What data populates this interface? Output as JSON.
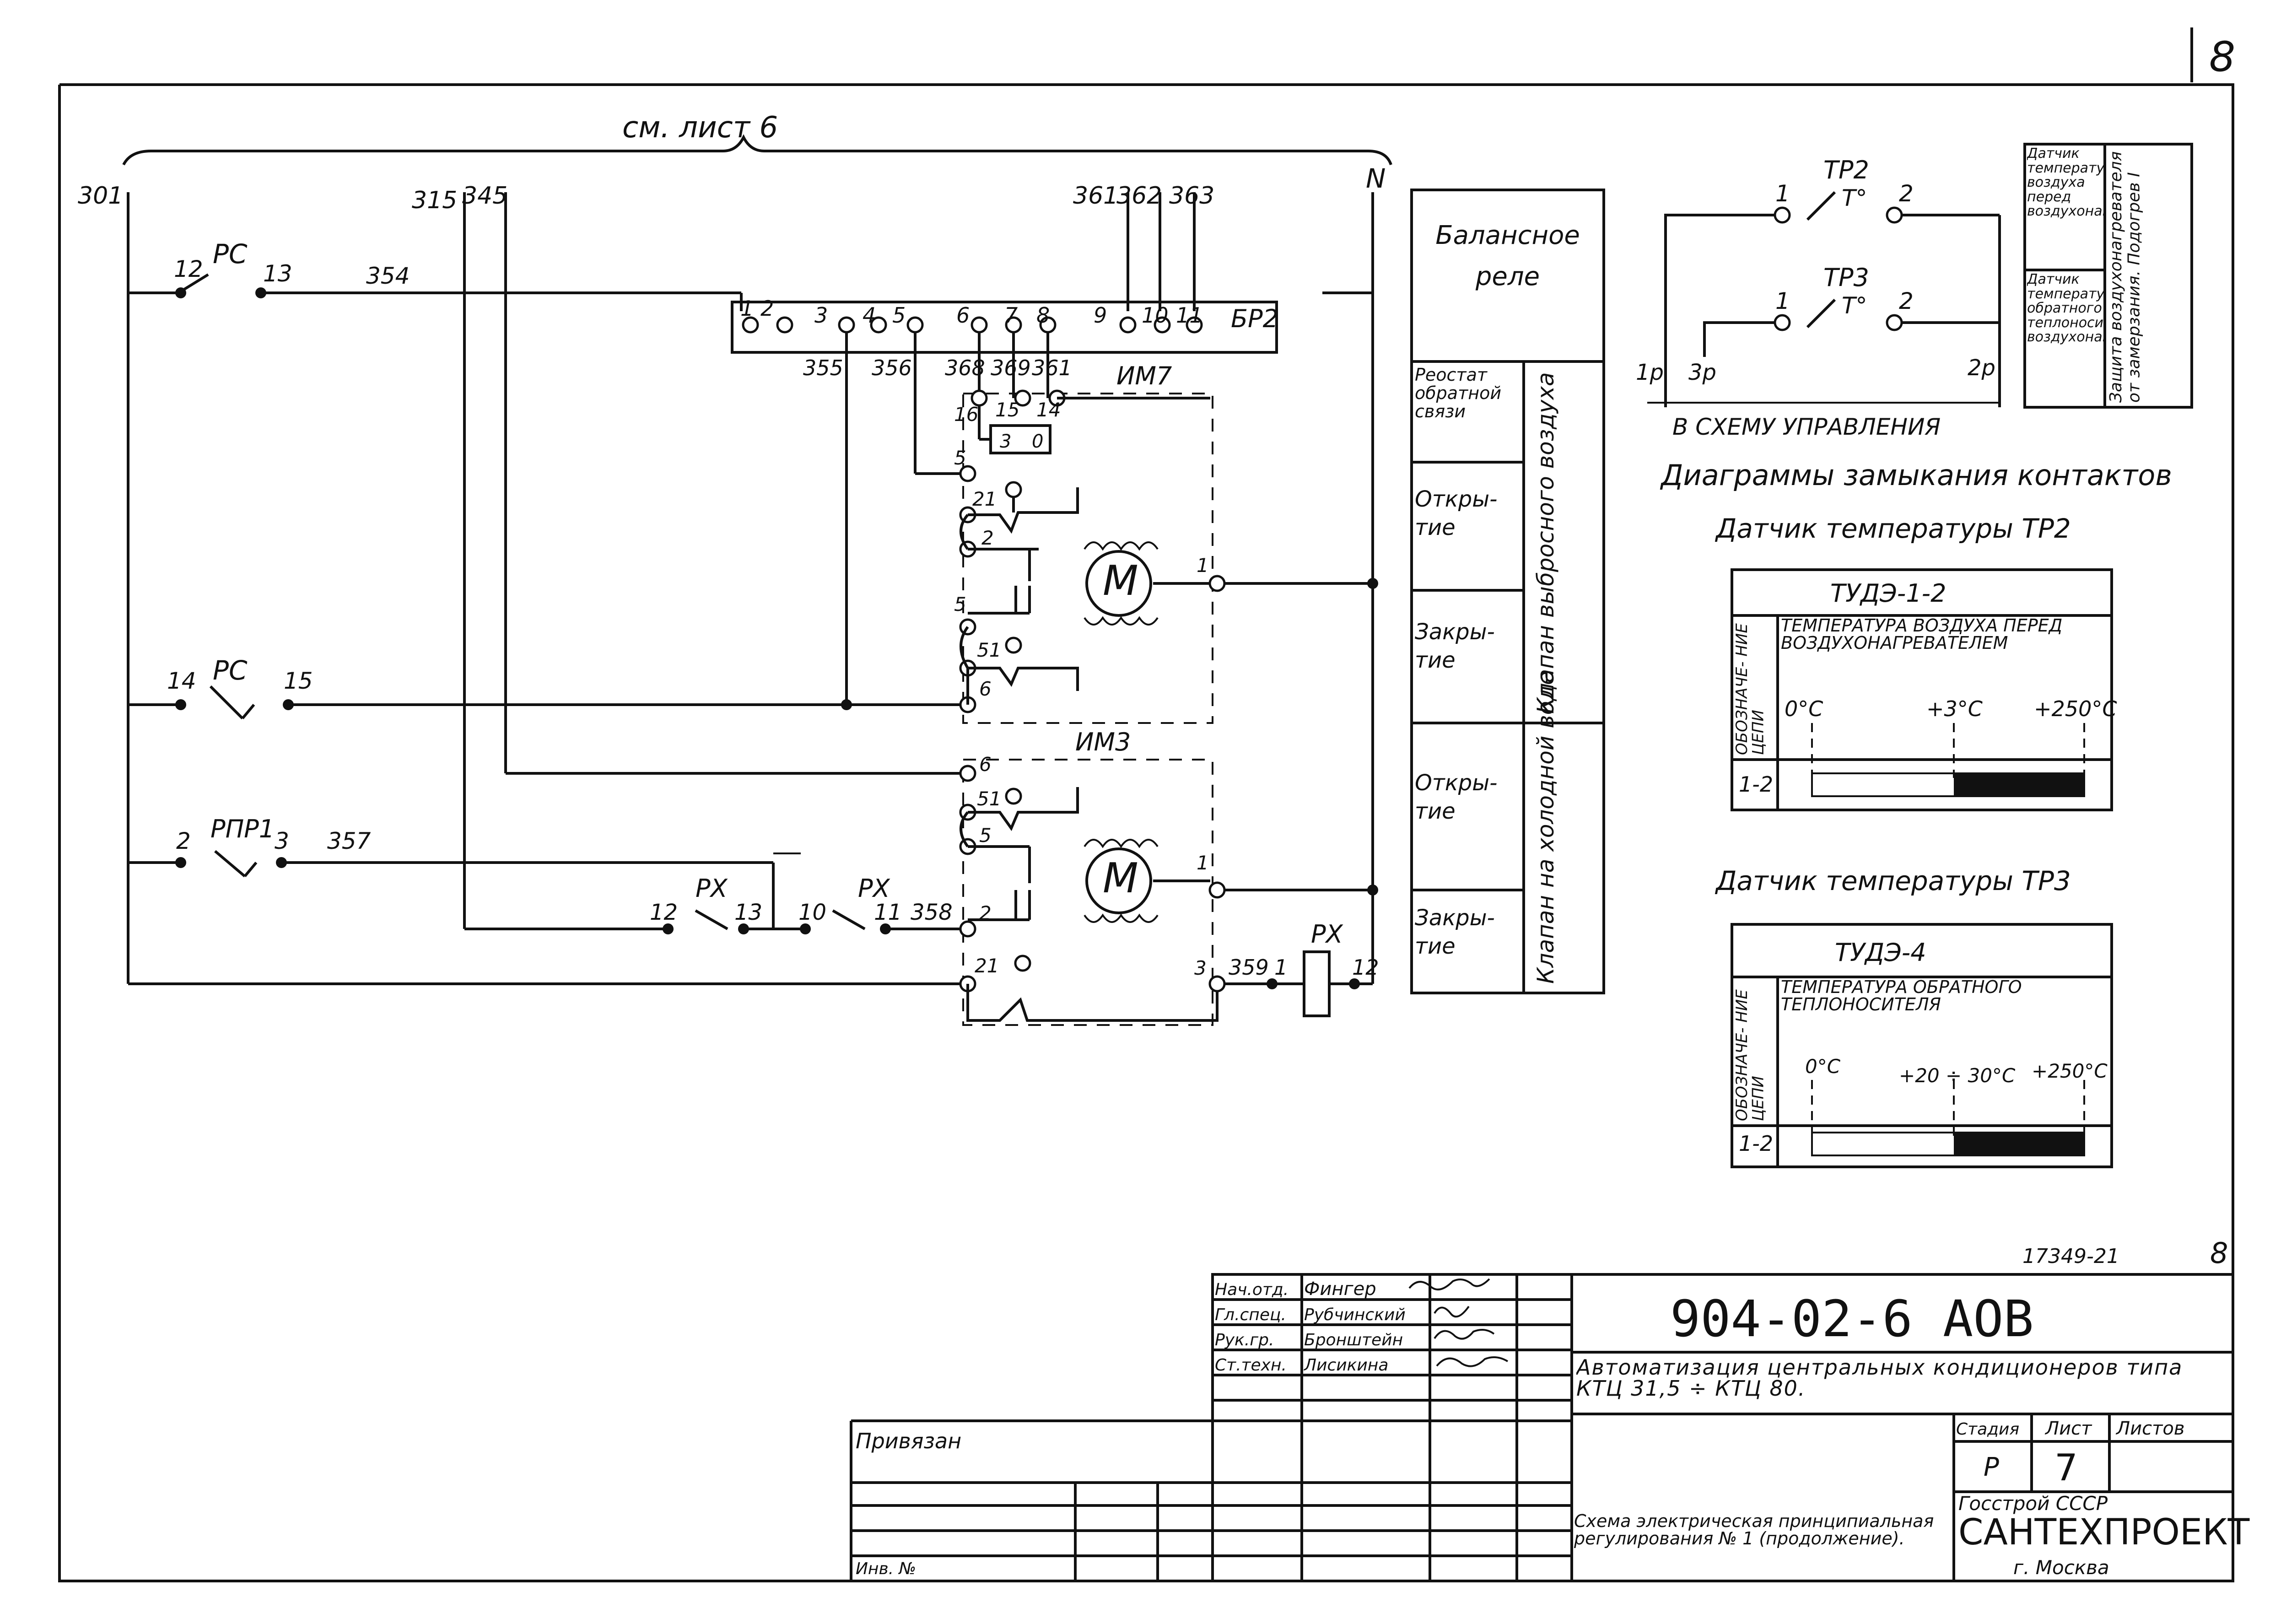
{
  "sheet": {
    "page_number": "8",
    "reference": "см. лист 6",
    "doc_number": "17349-21",
    "doc_sheet": "8"
  },
  "bus_labels": {
    "b301": "301",
    "b315": "315",
    "b345": "345",
    "b361": "361",
    "b362": "362",
    "b363": "363",
    "bN": "N"
  },
  "wire_labels": {
    "w354": "354",
    "w355": "355",
    "w356": "356",
    "w368": "368",
    "w369": "369",
    "w361": "361",
    "w357": "357",
    "w358": "358",
    "w359": "359"
  },
  "contacts": {
    "rc1": {
      "label": "РС",
      "a": "12",
      "b": "13"
    },
    "rc2": {
      "label": "РС",
      "a": "14",
      "b": "15"
    },
    "rpr": {
      "label": "РПР1",
      "a": "2",
      "b": "3"
    },
    "rx1": {
      "label": "РХ",
      "a": "12",
      "b": "13"
    },
    "rx2": {
      "label": "РХ",
      "a": "10",
      "b": "11"
    }
  },
  "relay_block": {
    "label": "БР2",
    "terminals": [
      "1",
      "2",
      "3",
      "4",
      "5",
      "6",
      "7",
      "8",
      "9",
      "10",
      "11"
    ]
  },
  "actuators": {
    "im7": {
      "label": "ИМ7",
      "terms_top": [
        "16",
        "15",
        "14"
      ],
      "pot": [
        "3",
        "0"
      ],
      "t5": "5",
      "t21": "21",
      "t2": "2",
      "t5b": "5",
      "t51": "51",
      "t6": "6",
      "t1": "1",
      "motor": "M"
    },
    "im3": {
      "label": "ИМ3",
      "t6": "6",
      "t51": "51",
      "t5": "5",
      "t2": "2",
      "t1": "1",
      "t21": "21",
      "t3": "3",
      "motor": "M"
    }
  },
  "rx_coil": {
    "label": "РХ",
    "a": "1",
    "b": "12"
  },
  "legend_table": {
    "balance_relay": "Балансное реле",
    "rows": [
      {
        "label": "Реостат обратной связи"
      },
      {
        "label": "Откры- тие"
      },
      {
        "label": "Закры- тие"
      },
      {
        "label": "Откры- тие"
      },
      {
        "label": "Закры- тие"
      }
    ],
    "group1": "Клапан выбросного воздуха",
    "group2": "Клапан на холодной воде"
  },
  "thermo": {
    "tr2": {
      "label": "ТР2",
      "a": "1",
      "t": "T°",
      "b": "2"
    },
    "tr3": {
      "label": "ТР3",
      "a": "1",
      "t": "T°",
      "b": "2"
    },
    "p1": "1р",
    "p3": "3р",
    "p2": "2р",
    "caption": "В СХЕМУ УПРАВЛЕНИЯ"
  },
  "sensor_table": {
    "row1_name": "Датчик температуры воздуха перед воздухонагревателем",
    "row2_name": "Датчик температуры обратного теплоносителя воздухонагревателя",
    "function": "Защита воздухонагревателя от замерзания. Подогрев I"
  },
  "diagrams_title": "Диаграммы замыкания контактов",
  "diagram1": {
    "title": "Датчик температуры ТР2",
    "device": "ТУДЭ-1-2",
    "desc": "ТЕМПЕРАТУРА ВОЗДУХА ПЕРЕД ВОЗДУХОНАГРЕВАТЕЛЕМ",
    "axis_head": "ОБОЗНАЧЕ- НИЕ ЦЕПИ",
    "ticks": [
      "0°C",
      "+3°C",
      "+250°C"
    ],
    "row": "1-2",
    "closed_from": 3,
    "closed_to": 250
  },
  "diagram2": {
    "title": "Датчик температуры ТР3",
    "device": "ТУДЭ-4",
    "desc": "ТЕМПЕРАТУРА ОБРАТНОГО ТЕПЛОНОСИТЕЛЯ",
    "axis_head": "ОБОЗНАЧЕ- НИЕ ЦЕПИ",
    "ticks": [
      "0°C",
      "+20 ÷ 30°C",
      "+250°C"
    ],
    "row": "1-2",
    "closed_from": 30,
    "closed_to": 250
  },
  "title_block": {
    "staff": [
      {
        "role": "Нач.отд.",
        "name": "Фингер"
      },
      {
        "role": "Гл.спец.",
        "name": "Рубчинский"
      },
      {
        "role": "Рук.гр.",
        "name": "Бронштейн"
      },
      {
        "role": "Ст.техн.",
        "name": "Лисикина"
      }
    ],
    "code": "904-02-6   АОВ",
    "title": "Автоматизация центральных кондиционеров типа КТЦ 31,5 ÷ КТЦ 80.",
    "stage_h": "Стадия",
    "sheet_h": "Лист",
    "sheets_h": "Листов",
    "stage": "Р",
    "sheet": "7",
    "bound": "Привязан",
    "inv": "Инв. №",
    "scheme": "Схема электрическая принципиальная регулирования № 1 (продолжение).",
    "org1": "Госстрой СССР",
    "org2": "САНТЕХПРОЕКТ",
    "org3": "г. Москва"
  }
}
